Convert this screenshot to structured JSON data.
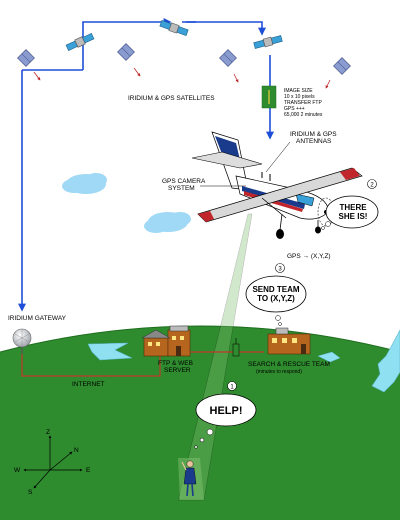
{
  "labels": {
    "satellites": "IRIDIUM & GPS SATELLITES",
    "antennas_line1": "IRIDIUM & GPS",
    "antennas_line2": "ANTENNAS",
    "camera_line1": "GPS CAMERA",
    "camera_line2": "SYSTEM",
    "gps_coord": "GPS → (X,Y,Z)",
    "gateway": "IRIDIUM GATEWAY",
    "internet": "INTERNET",
    "ftp_line1": "FTP & WEB",
    "ftp_line2": "SERVER",
    "rescue": "SEARCH & RESCUE TEAM",
    "rescue_sub": "(minutes to respond)"
  },
  "image_box": {
    "line1": "IMAGE SIZE",
    "line2": "10 x 10 pixels",
    "line3": "TRANSFER FTP",
    "line4": "GPS +++",
    "line5": "65,000   2 minutes"
  },
  "bubbles": {
    "help": "HELP!",
    "there_line1": "THERE",
    "there_line2": "SHE IS!",
    "send_line1": "SEND TEAM",
    "send_line2": "TO (X,Y,Z)"
  },
  "steps": [
    "1",
    "2",
    "3"
  ],
  "compass": {
    "z": "Z",
    "n": "N",
    "w": "W",
    "e": "E",
    "s": "S"
  },
  "colors": {
    "ground": "#2e8b2e",
    "ground_dark": "#1f6e1f",
    "signal": "#1f4fd8",
    "link": "#c0392b",
    "plane_blue": "#1a3a8c",
    "plane_red": "#c0262b"
  },
  "icons": [
    "satellite-icon",
    "cloud-icon",
    "building-icon",
    "person-icon",
    "compass-icon",
    "airplane-icon"
  ]
}
